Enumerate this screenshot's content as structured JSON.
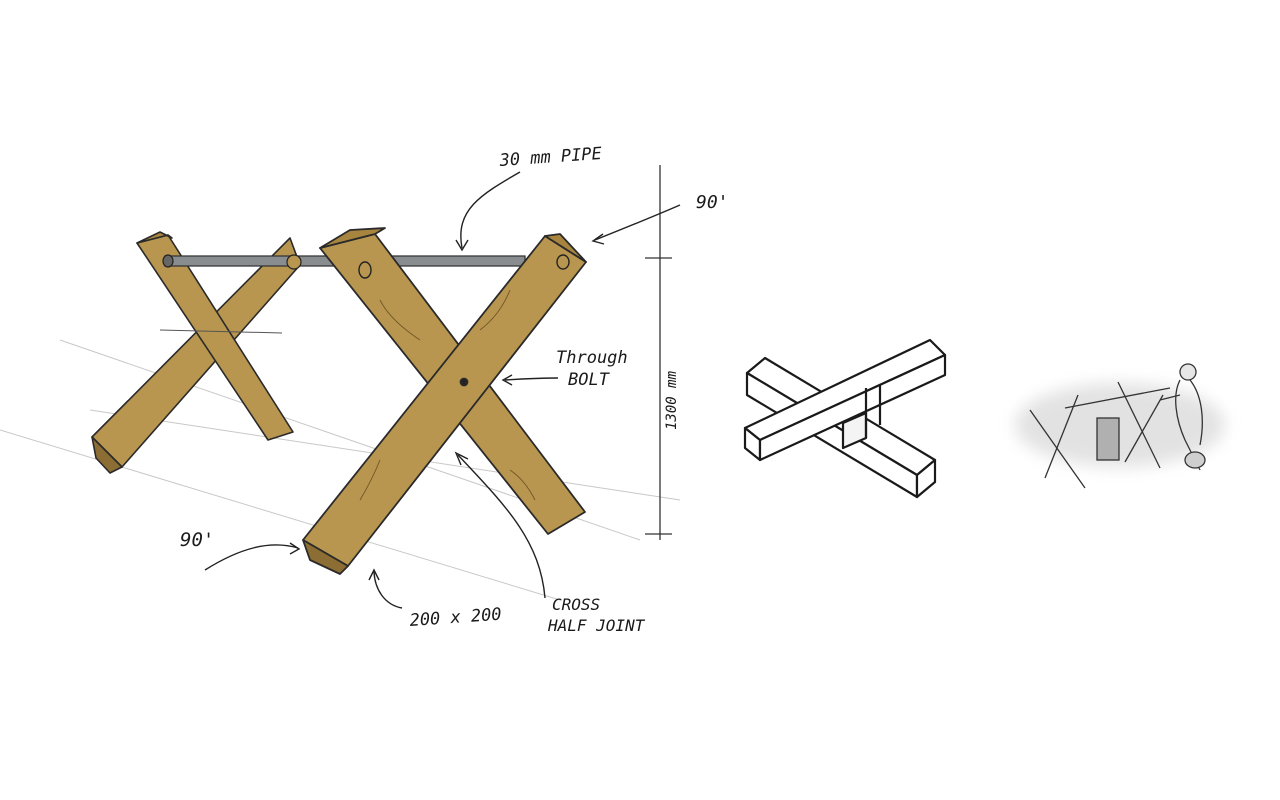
{
  "annotations": {
    "pipe": "30 mm PIPE",
    "angle_top": "90'",
    "through_bolt_line1": "Through",
    "through_bolt_line2": "BOLT",
    "height": "1300 mm",
    "angle_bottom": "90'",
    "section": "200 x 200",
    "joint_line1": "CROSS",
    "joint_line2": "HALF JOINT"
  },
  "colors": {
    "timber": "#b8964f",
    "timber_dark": "#8c6d33",
    "pencil": "#2a2a2a",
    "pipe": "#8a8d90",
    "wash": "#d9d9d9"
  },
  "icons": {
    "joint_detail": "cross-half-joint-icon",
    "figure": "person-sawing-icon"
  }
}
